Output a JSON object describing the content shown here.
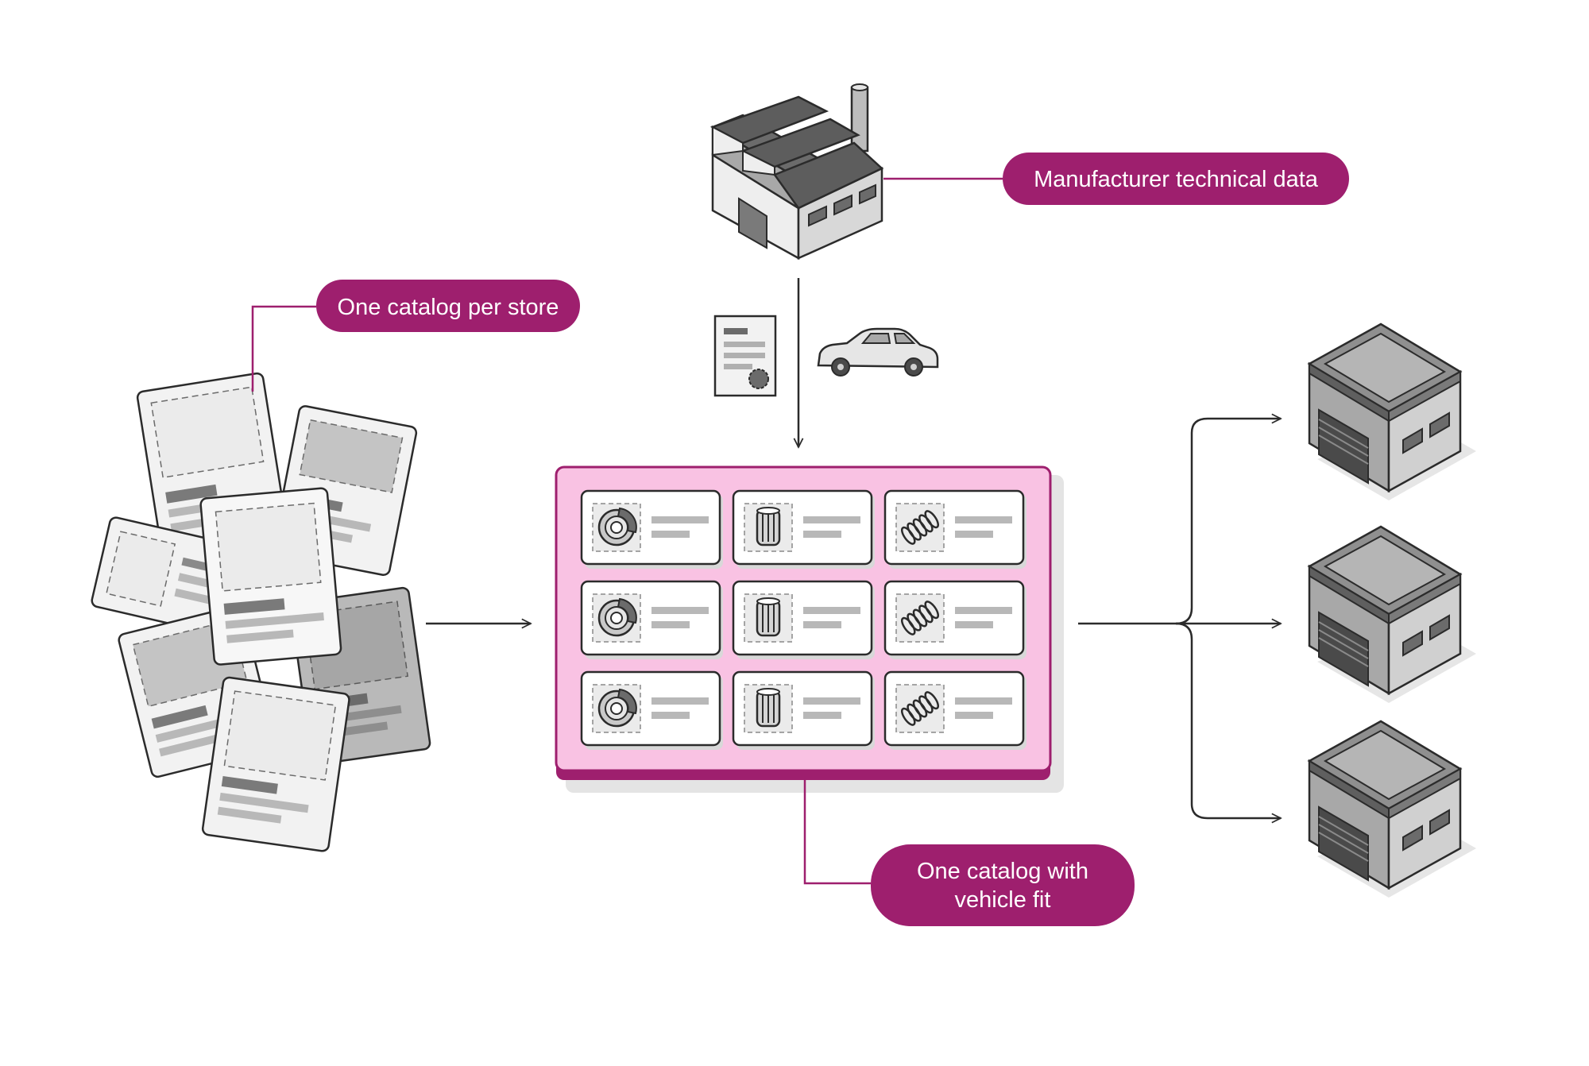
{
  "labels": {
    "manufacturer": "Manufacturer technical data",
    "per_store": "One catalog per store",
    "vehicle_fit_line1": "One catalog with",
    "vehicle_fit_line2": "vehicle fit"
  },
  "colors": {
    "accent": "#9e1f6e",
    "catalog_fill": "#f9c2e3",
    "ink": "#2b2b2b",
    "gray_dark": "#6b6b6b",
    "gray_mid": "#a8a8a8",
    "gray_light": "#e6e6e6"
  },
  "catalog_grid": {
    "rows": 3,
    "columns": [
      "brake-disc-icon",
      "oil-filter-icon",
      "coil-spring-icon"
    ]
  },
  "stores": [
    "store-garage-icon",
    "store-garage-icon",
    "store-garage-icon"
  ]
}
